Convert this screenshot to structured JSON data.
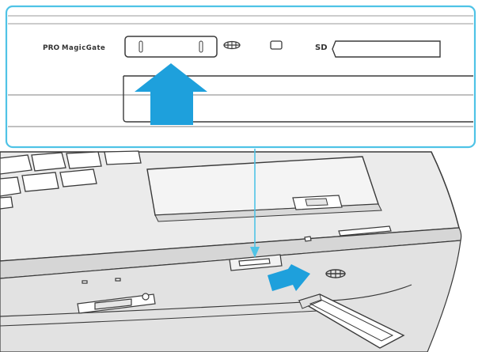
{
  "callout": {
    "pro_label": "PRO",
    "magicgate_label": "MagicGate",
    "sd_label": "SD"
  },
  "colors": {
    "callout_border": "#4fc3e6",
    "arrow": "#1ea0dc",
    "laptop_fill": "#e8e8e8",
    "outline": "#3a3a3a"
  },
  "icons": {
    "memory_stick_logo": "memory-stick-logo-icon",
    "insert_arrow": "insert-arrow-icon",
    "up_arrow": "up-arrow-icon"
  }
}
